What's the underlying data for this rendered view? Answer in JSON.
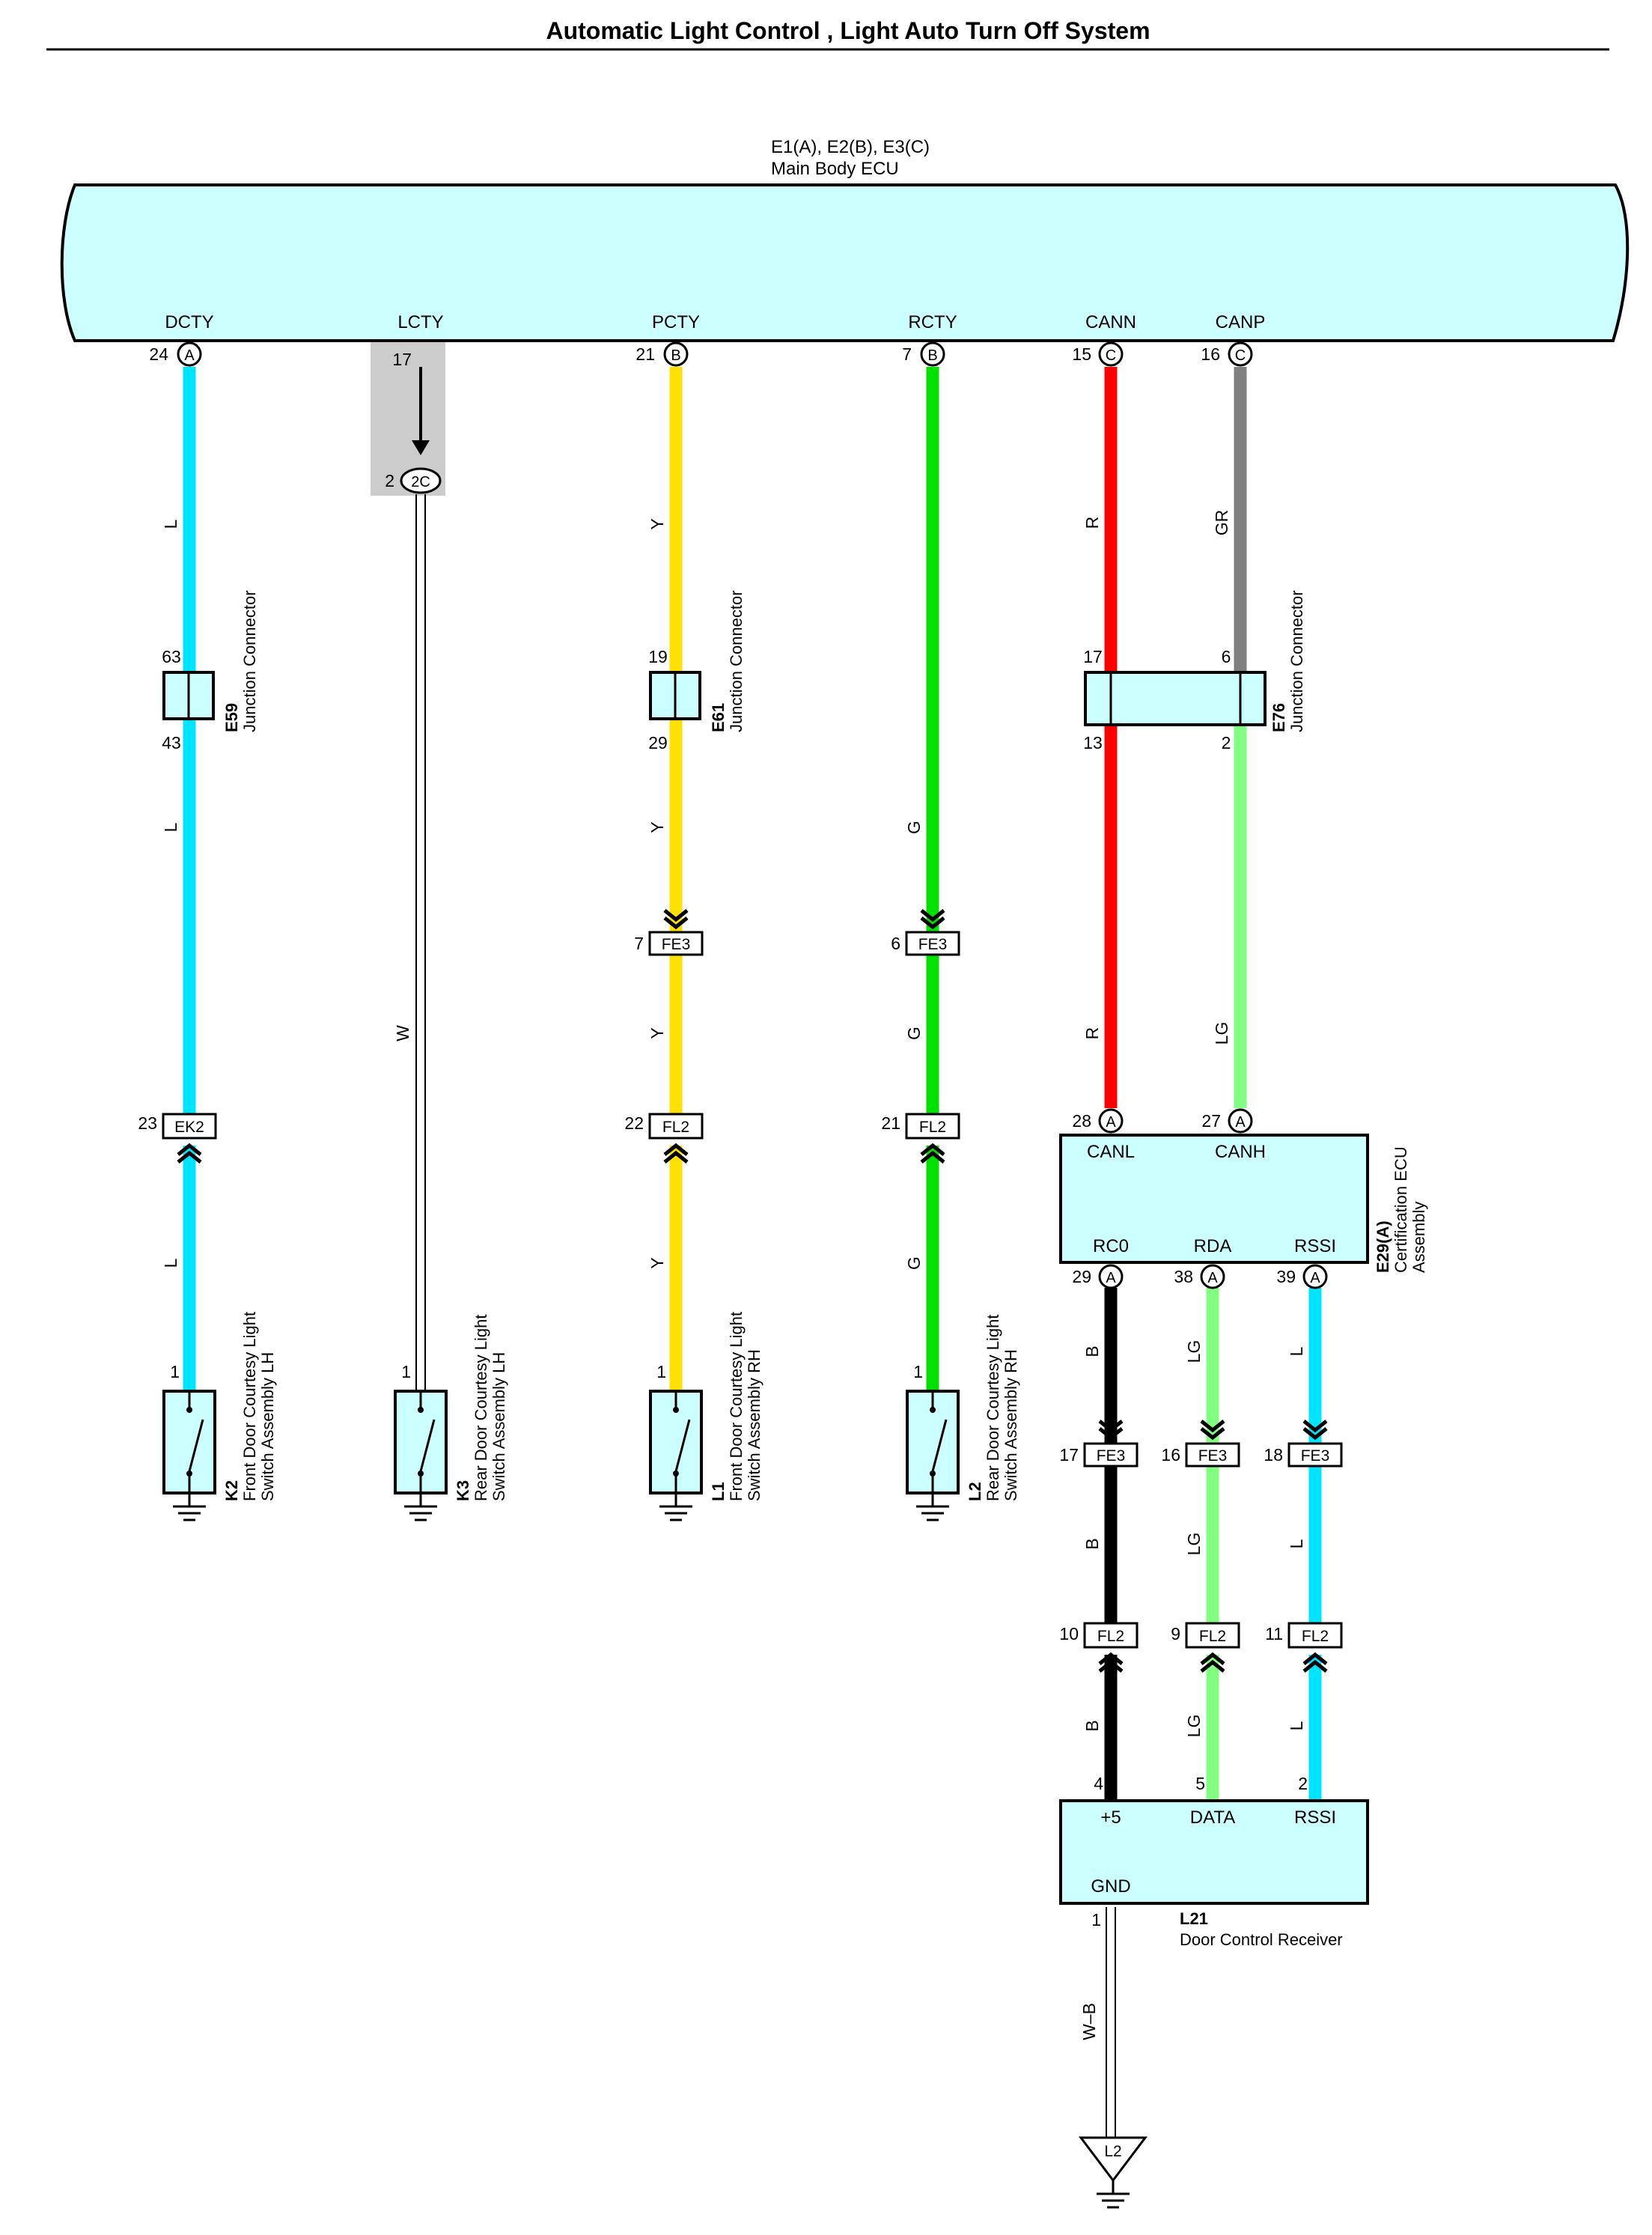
{
  "title": "Automatic Light Control , Light Auto Turn Off System",
  "ecu": {
    "code": "E1(A), E2(B), E3(C)",
    "name": "Main Body ECU"
  },
  "signals": {
    "dcty": "DCTY",
    "lcty": "LCTY",
    "pcty": "PCTY",
    "rcty": "RCTY",
    "cann": "CANN",
    "canp": "CANP"
  },
  "ecu_pins": {
    "dcty_num": "24",
    "dcty_let": "A",
    "lcty_num": "17",
    "pcty_num": "21",
    "pcty_let": "B",
    "rcty_num": "7",
    "rcty_let": "B",
    "cann_num": "15",
    "cann_let": "C",
    "canp_num": "16",
    "canp_let": "C"
  },
  "lcty_connector": {
    "pin": "2",
    "label": "2C"
  },
  "wire_colors": {
    "L": "L",
    "Y": "Y",
    "G": "G",
    "R": "R",
    "GR": "GR",
    "W": "W",
    "LG": "LG",
    "B": "B",
    "WB": "W–B"
  },
  "colors": {
    "L": "#00e5ff",
    "Y": "#ffe000",
    "G": "#00e100",
    "R": "#ff0000",
    "GR": "#808080",
    "LG": "#80ff80",
    "B": "#000000",
    "box_fill": "#ccffff",
    "shade": "#cccccc"
  },
  "junctions": {
    "e59": {
      "code": "E59",
      "name": "Junction Connector",
      "pin_top": "63",
      "pin_bottom": "43"
    },
    "e61": {
      "code": "E61",
      "name": "Junction Connector",
      "pin_top": "19",
      "pin_bottom": "29"
    },
    "e76": {
      "code": "E76",
      "name": "Junction Connector",
      "pin_top_left": "17",
      "pin_top_right": "6",
      "pin_bottom_left": "13",
      "pin_bottom_right": "2"
    }
  },
  "inline_connectors": {
    "fe3_pcty": {
      "pin": "7",
      "name": "FE3"
    },
    "fe3_rcty": {
      "pin": "6",
      "name": "FE3"
    },
    "ek2": {
      "pin": "23",
      "name": "EK2"
    },
    "fl2_pcty": {
      "pin": "22",
      "name": "FL2"
    },
    "fl2_rcty": {
      "pin": "21",
      "name": "FL2"
    },
    "fe3_rc0": {
      "pin": "17",
      "name": "FE3"
    },
    "fe3_rda": {
      "pin": "16",
      "name": "FE3"
    },
    "fe3_rssi": {
      "pin": "18",
      "name": "FE3"
    },
    "fl2_rc0": {
      "pin": "10",
      "name": "FL2"
    },
    "fl2_rda": {
      "pin": "9",
      "name": "FL2"
    },
    "fl2_rssi": {
      "pin": "11",
      "name": "FL2"
    }
  },
  "cert_ecu": {
    "code": "E29(A)",
    "name_line1": "Certification ECU",
    "name_line2": "Assembly",
    "canl": "CANL",
    "canh": "CANH",
    "rc0": "RC0",
    "rda": "RDA",
    "rssi": "RSSI",
    "canl_num": "28",
    "canh_num": "27",
    "rc0_num": "29",
    "rda_num": "38",
    "rssi_num": "39",
    "pin_let": "A"
  },
  "switches": [
    {
      "code": "K2",
      "line1": "Front Door Courtesy Light",
      "line2": "Switch Assembly LH",
      "pin": "1"
    },
    {
      "code": "K3",
      "line1": "Rear Door Courtesy Light",
      "line2": "Switch Assembly LH",
      "pin": "1"
    },
    {
      "code": "L1",
      "line1": "Front Door Courtesy Light",
      "line2": "Switch Assembly RH",
      "pin": "1"
    },
    {
      "code": "L2",
      "line1": "Rear Door Courtesy Light",
      "line2": "Switch Assembly RH",
      "pin": "1"
    }
  ],
  "receiver": {
    "code": "L21",
    "name": "Door Control Receiver",
    "p5": "+5",
    "data": "DATA",
    "rssi": "RSSI",
    "gnd": "GND",
    "p5_num": "4",
    "data_num": "5",
    "rssi_num": "2",
    "gnd_num": "1"
  },
  "ground_point": "L2"
}
